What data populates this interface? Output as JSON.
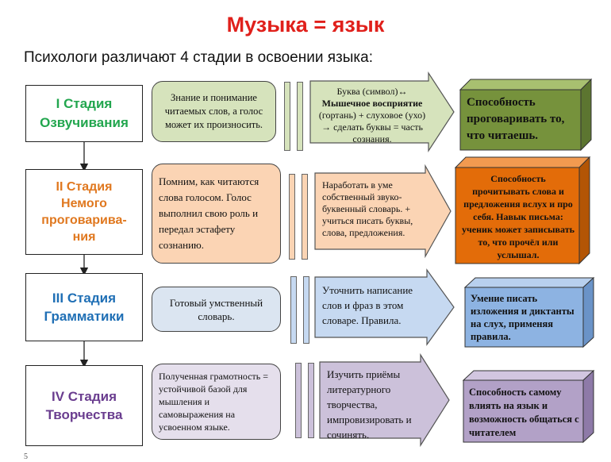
{
  "title": "Музыка = язык",
  "subtitle": "Психологи различают 4 стадии в освоении языка:",
  "page_number": "5",
  "colors": {
    "title": "#e0201b",
    "stage1": "#22a64e",
    "stage2": "#e0781f",
    "stage3": "#1f6fb5",
    "stage4": "#6a3d8f",
    "row1_fill": "#d6e3bc",
    "row1_cube": "#76923c",
    "row2_fill": "#fbd4b4",
    "row2_cube": "#e36c09",
    "row3_fill": "#c6d9f1",
    "row3_cube": "#8db3e2",
    "row4_fill": "#ccc1da",
    "row4_cube": "#b2a1c7"
  },
  "stages": [
    {
      "label": "I Стадия\nОзвучивания",
      "description": "Знание и понимание читаемых слов, а голос может их произносить.",
      "arrow_text_1": "Буква (символ)↔",
      "arrow_text_bold": "Мышечное восприятие",
      "arrow_text_2": "(гортань) + слуховое (ухо) → сделать буквы = часть сознания.",
      "result": "Способность проговаривать то, что читаешь."
    },
    {
      "label": "II Стадия\nНемого\nпроговарива-\nния",
      "description": "Помним, как читаются слова голосом. Голос выполнил свою роль и передал эстафету сознанию.",
      "arrow_text": "Наработать в уме собственный звуко-буквенный словарь. + учиться писать буквы, слова, предложения.",
      "result": "Способность прочитывать слова и предложения вслух и про себя. Навык письма: ученик может записывать то, что прочёл или услышал."
    },
    {
      "label": "III Стадия\nГрамматики",
      "description": "Готовый умственный словарь.",
      "arrow_text": "Уточнить написание слов и фраз в этом словаре. Правила.",
      "result": "Умение писать изложения и диктанты на слух, применяя правила."
    },
    {
      "label": "IV Стадия\nТворчества",
      "description": "Полученная грамотность = устойчивой базой для мышления и самовыражения на усвоенном языке.",
      "arrow_text": "Изучить приёмы литературного творчества, импровизировать и сочинять.",
      "result": "Способность самому влиять на язык и возможность общаться с читателем"
    }
  ]
}
